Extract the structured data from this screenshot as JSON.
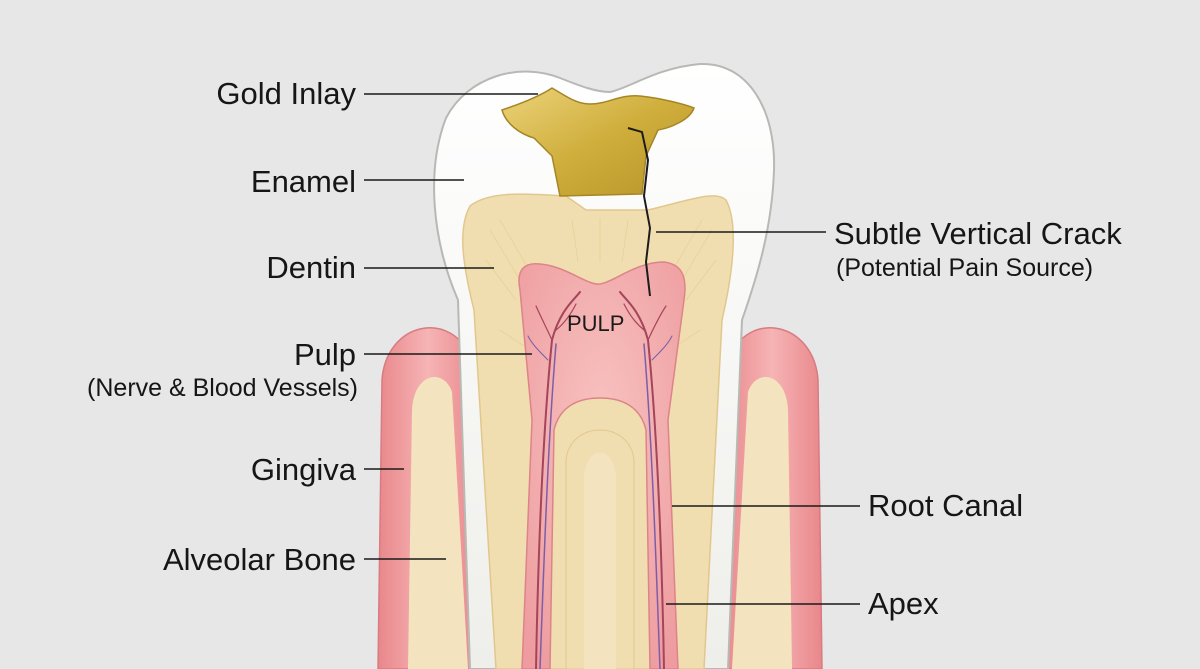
{
  "diagram": {
    "pulp_center_label": "PULP",
    "labels": {
      "gold_inlay": "Gold Inlay",
      "enamel": "Enamel",
      "dentin": "Dentin",
      "pulp": "Pulp",
      "pulp_sub": "(Nerve & Blood Vessels)",
      "gingiva": "Gingiva",
      "alveolar_bone": "Alveolar Bone",
      "crack": "Subtle Vertical Crack",
      "crack_sub": "(Potential Pain Source)",
      "root_canal": "Root Canal",
      "apex": "Apex"
    },
    "colors": {
      "background": "#e7e7e7",
      "enamel": "#f7f7f5",
      "dentin": "#f1deb0",
      "pulp": "#f2a3a3",
      "gingiva": "#ef9a9d",
      "bone": "#f3e4bf",
      "gold": "#d4b648",
      "vessel": "#a5455a"
    }
  }
}
